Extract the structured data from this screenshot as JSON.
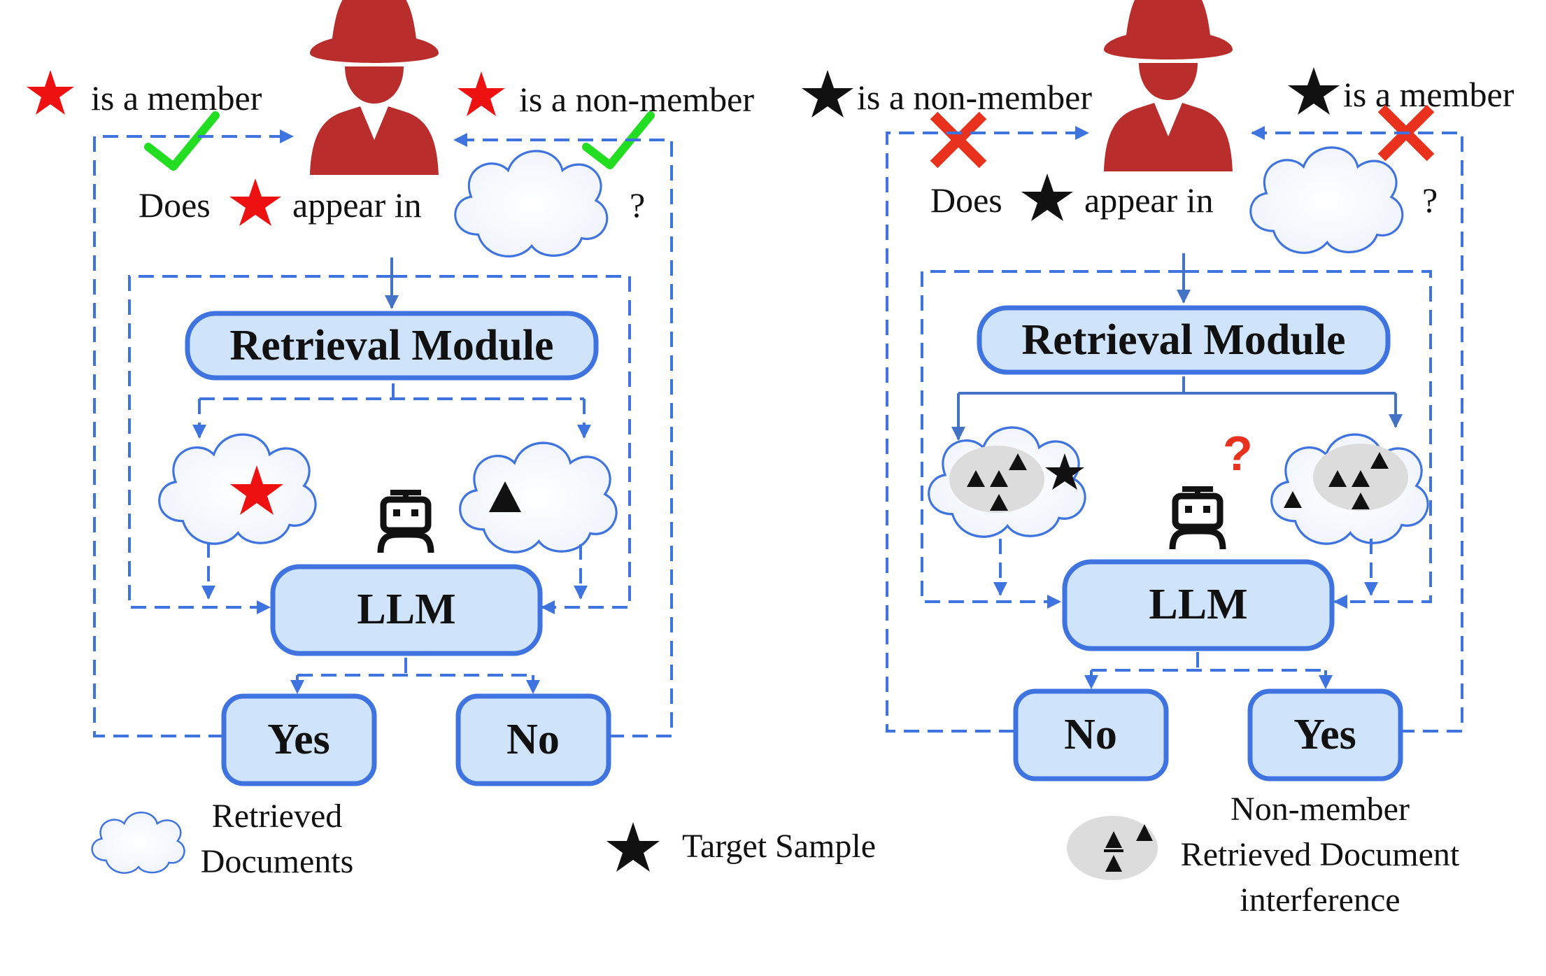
{
  "left_panel": {
    "caption_member": "is a member",
    "caption_nonmember": "is a non-member",
    "question_prefix": "Does",
    "question_middle": "appear in",
    "question_suffix": "?",
    "retrieval_label": "Retrieval Module",
    "llm_label": "LLM",
    "yes_label": "Yes",
    "no_label": "No"
  },
  "right_panel": {
    "caption_nonmember": "is a non-member",
    "caption_member": "is a member",
    "question_prefix": "Does",
    "question_middle": "appear in",
    "question_suffix": "?",
    "retrieval_label": "Retrieval Module",
    "llm_label": "LLM",
    "no_label": "No",
    "yes_label": "Yes",
    "uncertain_mark": "?"
  },
  "legend": {
    "retrieved_line1": "Retrieved",
    "retrieved_line2": "Documents",
    "target_sample": "Target Sample",
    "interference_line1": "Non-member",
    "interference_line2": "Retrieved Document",
    "interference_line3": "interference"
  },
  "colors": {
    "accent_blue": "#3f74e0",
    "box_fill": "#cfe3fb",
    "spy_red": "#b92d2d",
    "star_red": "#ee1111",
    "check_green": "#22dd22",
    "cross_red": "#e8321e",
    "shadow_gray": "#dcdcdc"
  }
}
